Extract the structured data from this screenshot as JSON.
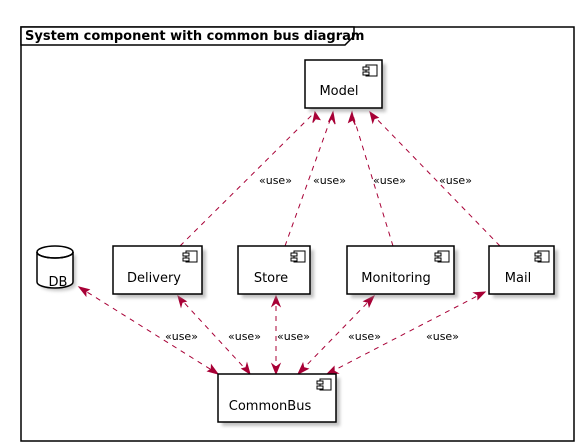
{
  "frame": {
    "title": "System component with common bus diagram"
  },
  "nodes": {
    "model": "Model",
    "db": "DB",
    "delivery": "Delivery",
    "store": "Store",
    "monitoring": "Monitoring",
    "mail": "Mail",
    "commonbus": "CommonBus"
  },
  "edges": {
    "delivery_model": "«use»",
    "store_model": "«use»",
    "monitoring_model": "«use»",
    "mail_model": "«use»",
    "db_bus": "«use»",
    "delivery_bus": "«use»",
    "store_bus": "«use»",
    "monitoring_bus": "«use»",
    "mail_bus": "«use»"
  },
  "colors": {
    "edge": "#a80036",
    "node_fill": "#ffffff",
    "shadow": "#8f8f8f"
  },
  "icons": {
    "component": "component-icon",
    "database": "database-icon"
  }
}
